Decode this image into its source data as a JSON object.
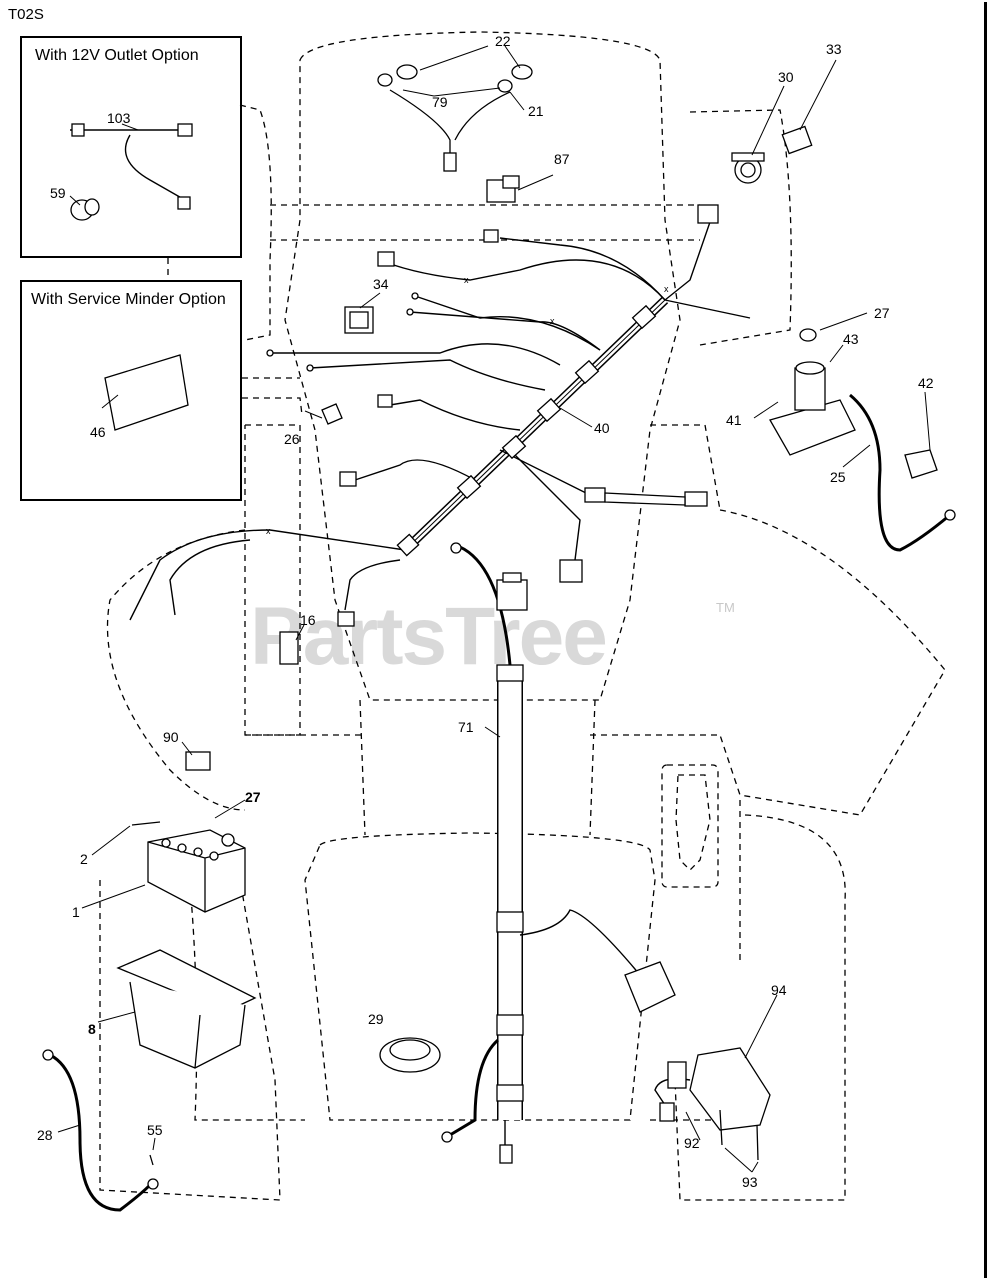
{
  "diagram_code": "T02S",
  "watermark": "PartsTree",
  "watermark_tm": "TM",
  "option_boxes": {
    "outlet": {
      "title": "With 12V Outlet Option"
    },
    "service_minder": {
      "title": "With Service Minder Option"
    }
  },
  "part_labels": {
    "p103": "103",
    "p59": "59",
    "p46": "46",
    "p22": "22",
    "p79": "79",
    "p21": "21",
    "p87": "87",
    "p33": "33",
    "p30": "30",
    "p34": "34",
    "p27a": "27",
    "p43": "43",
    "p42": "42",
    "p41": "41",
    "p25": "25",
    "p26": "26",
    "p40": "40",
    "p16": "16",
    "p90": "90",
    "p71": "71",
    "p27b": "27",
    "p2": "2",
    "p1": "1",
    "p8": "8",
    "p29": "29",
    "p28": "28",
    "p55": "55",
    "p94": "94",
    "p92": "92",
    "p93": "93"
  }
}
